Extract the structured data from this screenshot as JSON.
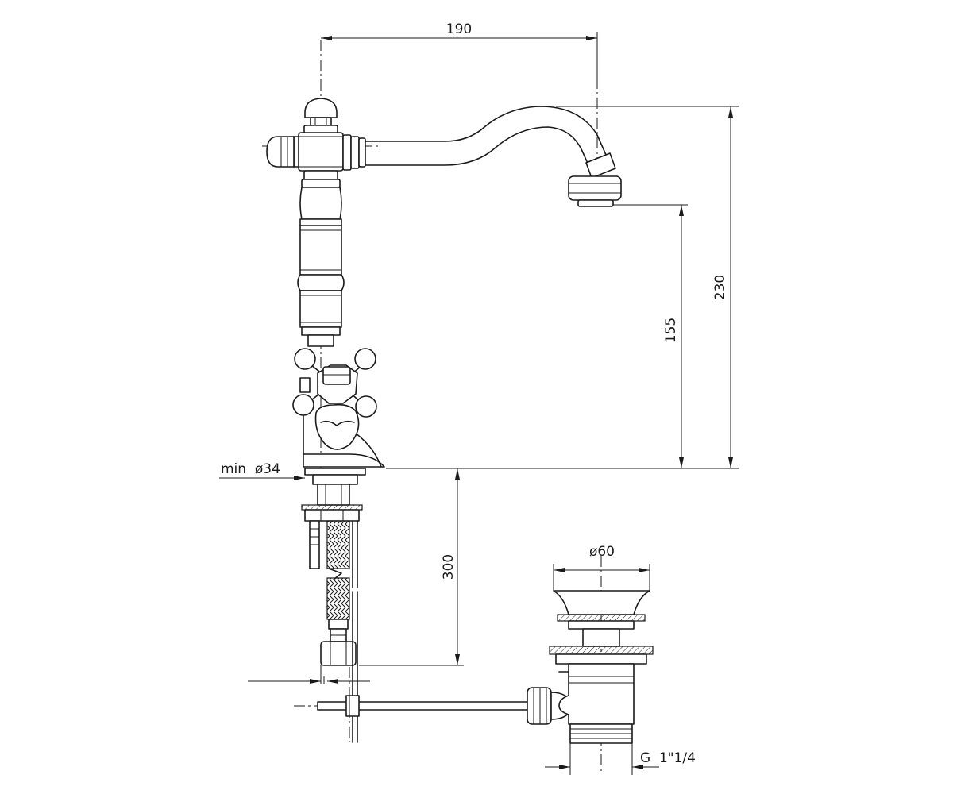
{
  "dimensions": {
    "spout_reach": "190",
    "total_height": "230",
    "spout_height": "155",
    "hose_length": "300",
    "min_hole": "min  ø34",
    "waste_diameter": "ø60",
    "waste_thread": "G  1\"1/4"
  }
}
